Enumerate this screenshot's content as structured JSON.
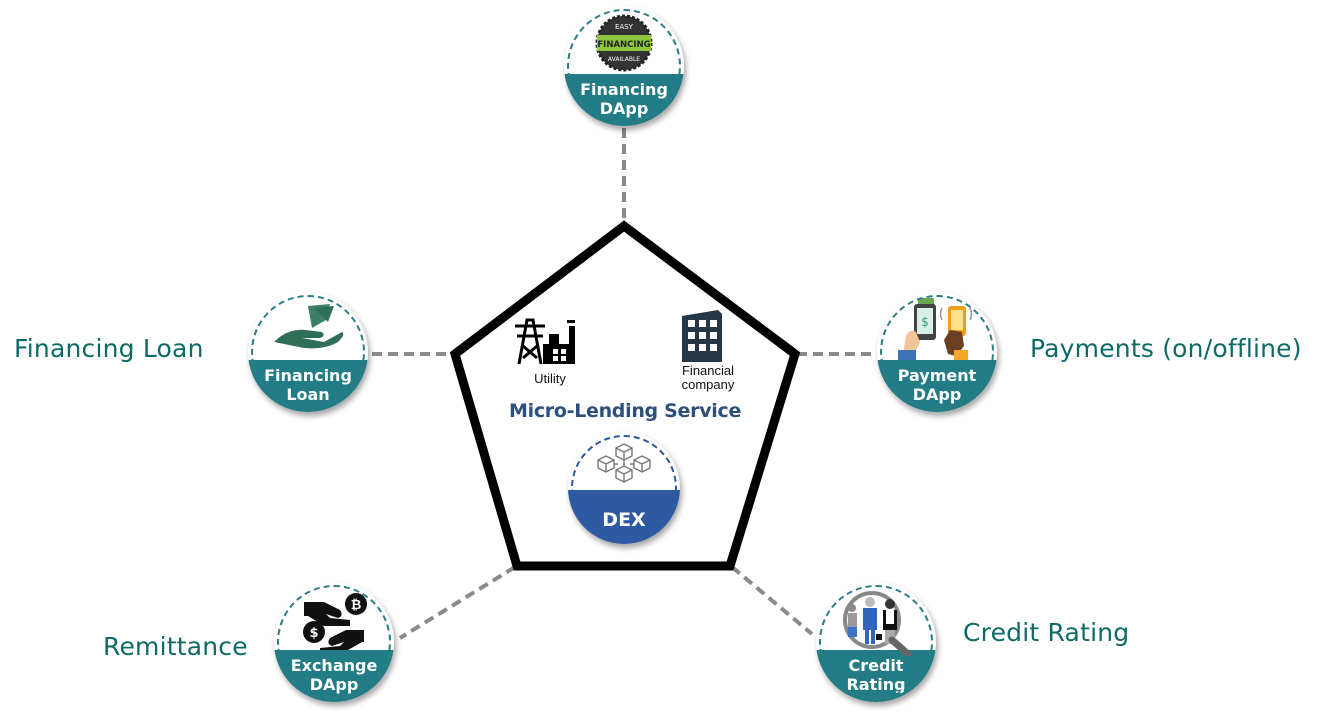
{
  "diagram": {
    "center": {
      "title": "Micro-Lending Service",
      "entities": [
        {
          "label": "Utility",
          "icon": "utility-tower-factory-icon"
        },
        {
          "label": "Financial company",
          "icon": "office-building-icon"
        }
      ],
      "hub": {
        "label": "DEX",
        "icon": "blockchain-cubes-icon",
        "color": "#2e59a3"
      }
    },
    "nodes": [
      {
        "id": "financing-dapp",
        "badge_line1": "Financing",
        "badge_line2": "DApp",
        "icon": "easy-financing-seal-icon",
        "outer_label": ""
      },
      {
        "id": "financing-loan",
        "badge_line1": "Financing",
        "badge_line2": "Loan",
        "icon": "hand-money-icon",
        "outer_label": "Financing Loan"
      },
      {
        "id": "payment-dapp",
        "badge_line1": "Payment",
        "badge_line2": "DApp",
        "icon": "mobile-payment-icon",
        "outer_label": "Payments (on/offline)"
      },
      {
        "id": "exchange-dapp",
        "badge_line1": "Exchange",
        "badge_line2": "DApp",
        "icon": "currency-exchange-icon",
        "outer_label": "Remittance"
      },
      {
        "id": "credit-rating",
        "badge_line1": "Credit",
        "badge_line2": "Rating",
        "icon": "magnifier-people-icon",
        "outer_label": "Credit Rating"
      }
    ],
    "seal_text": {
      "top": "EASY",
      "middle": "FINANCING",
      "bottom": "AVAILABLE"
    },
    "colors": {
      "teal_badge": "#217c86",
      "outer_label": "#0d6b67",
      "dex_blue": "#2e59a3",
      "center_title": "#2c4f7c",
      "connector": "#8a8a8a",
      "pentagon": "#000000"
    }
  }
}
